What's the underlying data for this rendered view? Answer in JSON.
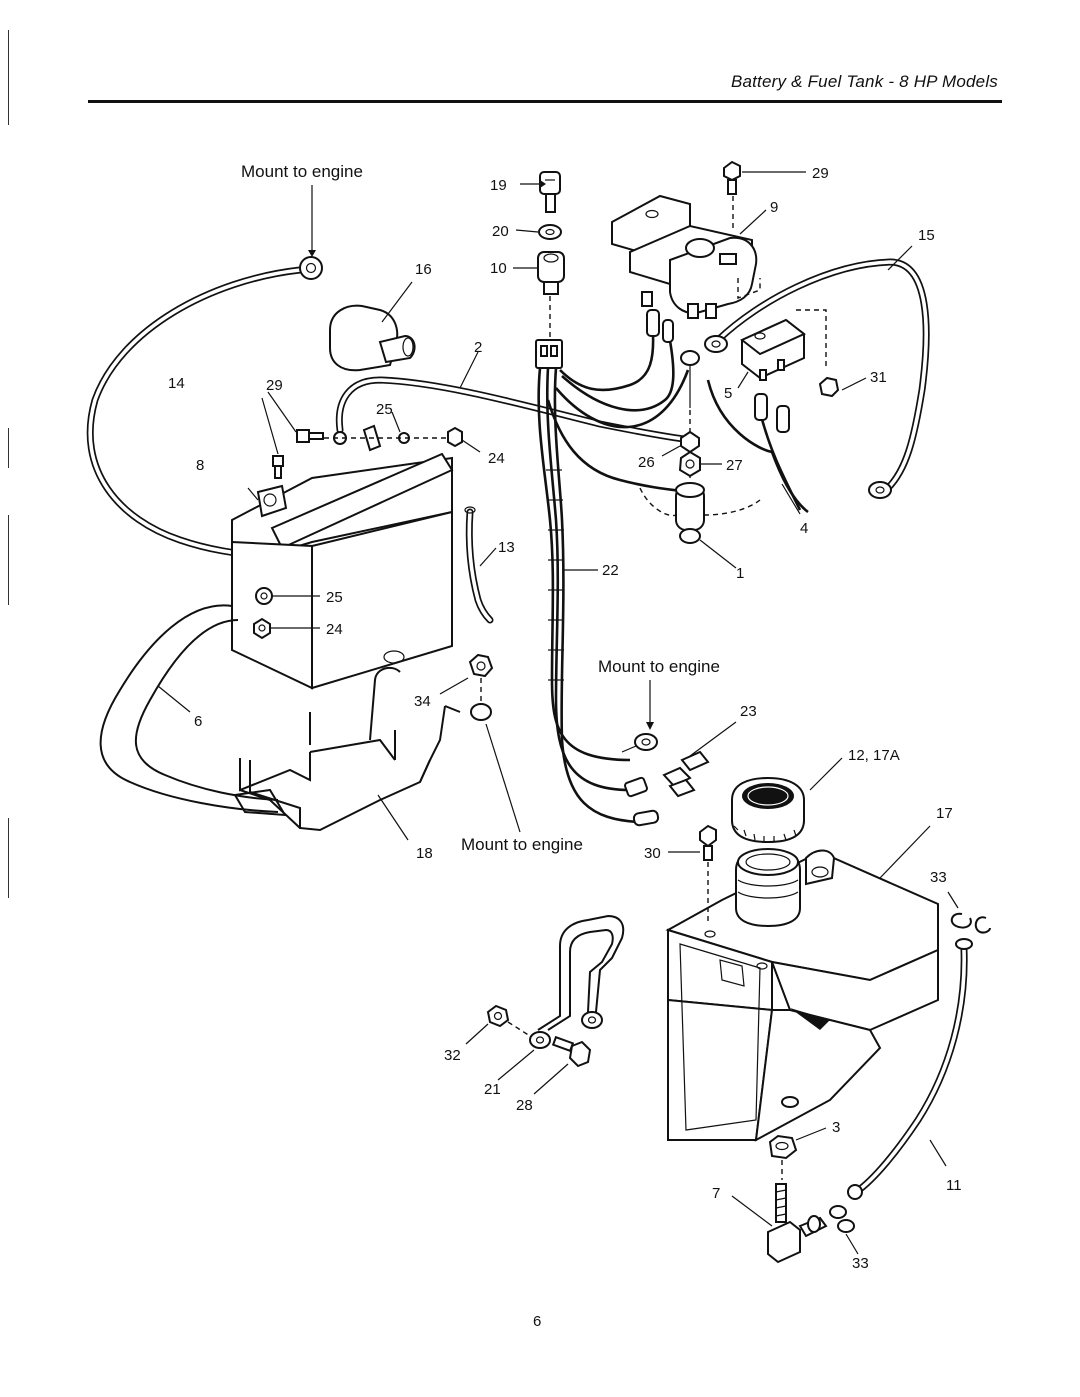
{
  "header": {
    "title": "Battery & Fuel Tank - 8 HP Models"
  },
  "notes": {
    "mount_top_left": "Mount to engine",
    "mount_mid_right": "Mount to engine",
    "mount_bottom": "Mount to engine"
  },
  "labels": {
    "p19": "19",
    "p20": "20",
    "p10": "10",
    "p29_top": "29",
    "p9": "9",
    "p15": "15",
    "p16": "16",
    "p2": "2",
    "p14": "14",
    "p29_left": "29",
    "p25_top": "25",
    "p24_top": "24",
    "p8": "8",
    "p5": "5",
    "p31": "31",
    "p26": "26",
    "p27": "27",
    "p4": "4",
    "p13": "13",
    "p22": "22",
    "p1": "1",
    "p25_side": "25",
    "p24_side": "24",
    "p34": "34",
    "p6": "6",
    "p23": "23",
    "p12_17a": "12, 17A",
    "p18": "18",
    "p30": "30",
    "p17": "17",
    "p33_top": "33",
    "p32": "32",
    "p21": "21",
    "p28": "28",
    "p3": "3",
    "p7": "7",
    "p11": "11",
    "p33_bottom": "33"
  },
  "footer": {
    "page_number": "6"
  }
}
